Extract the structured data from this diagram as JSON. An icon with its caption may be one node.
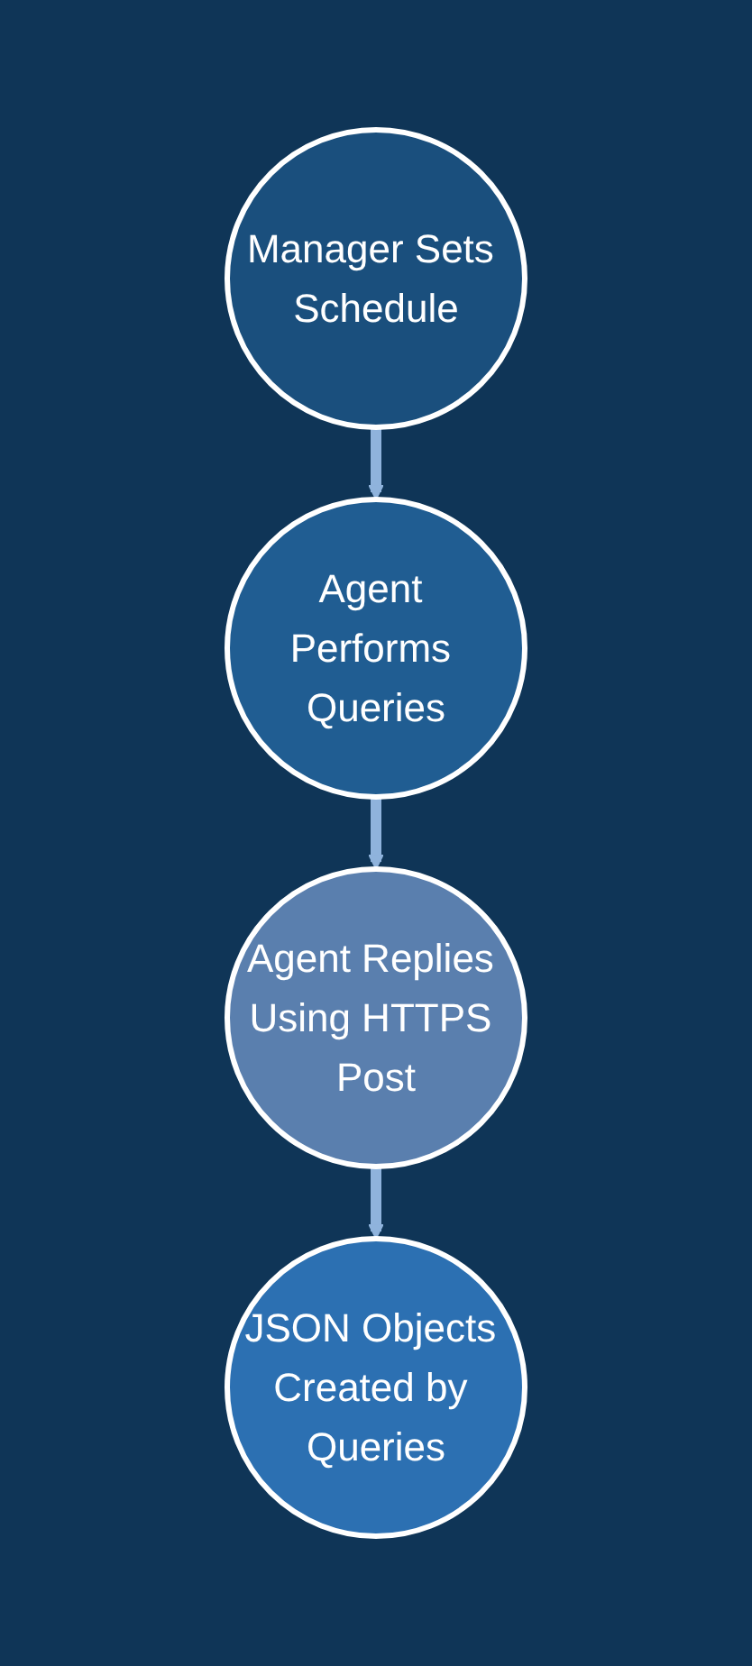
{
  "diagram": {
    "nodes": [
      {
        "text": [
          "Manager Sets Schedule"
        ]
      },
      {
        "text": [
          "Agent Performs Queries"
        ]
      },
      {
        "text": [
          "Agent Replies Using HTTPS Post"
        ]
      },
      {
        "text": [
          "JSON Objects Created by Queries"
        ]
      }
    ],
    "edges": [
      {
        "from": 0,
        "to": 1,
        "arrow": "to"
      },
      {
        "from": 1,
        "to": 2,
        "arrow": "to"
      },
      {
        "from": 2,
        "to": 3,
        "arrow": "to"
      }
    ]
  }
}
